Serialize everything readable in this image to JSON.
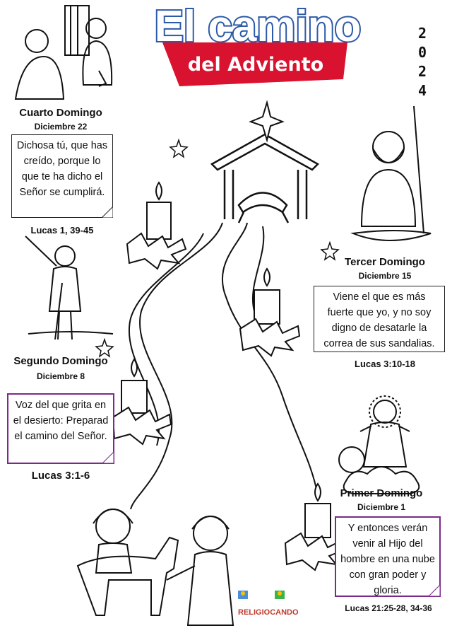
{
  "title": {
    "main": "El camino",
    "sub": "del Adviento",
    "year_digits": [
      "2",
      "0",
      "2",
      "4"
    ]
  },
  "colors": {
    "title_blue": "#2c5aa8",
    "banner_red": "#d8122f",
    "note_purple": "#7a2a8a"
  },
  "sundays": {
    "fourth": {
      "title": "Cuarto Domingo",
      "date": "Diciembre 22",
      "quote": "Dichosa tú, que has creído, porque lo que te ha dicho el Señor se cumplirá.",
      "reference": "Lucas 1, 39-45"
    },
    "third": {
      "title": "Tercer Domingo",
      "date": "Diciembre 15",
      "quote": "Viene el que es más fuerte que yo, y no soy digno de desatarle la correa de sus sandalias.",
      "reference": "Lucas 3:10-18"
    },
    "second": {
      "title": "Segundo Domingo",
      "date": "Diciembre 8",
      "quote": "Voz del que grita en el desierto: Preparad el camino del Señor.",
      "reference": "Lucas 3:1-6"
    },
    "first": {
      "title": "Primer Domingo",
      "date": "Diciembre 1",
      "quote": "Y entonces verán venir al Hijo del hombre en una nube con gran poder y gloria.",
      "reference": "Lucas 21:25-28, 34-36"
    }
  },
  "logo": {
    "text": "RELIGIOCANDO"
  }
}
